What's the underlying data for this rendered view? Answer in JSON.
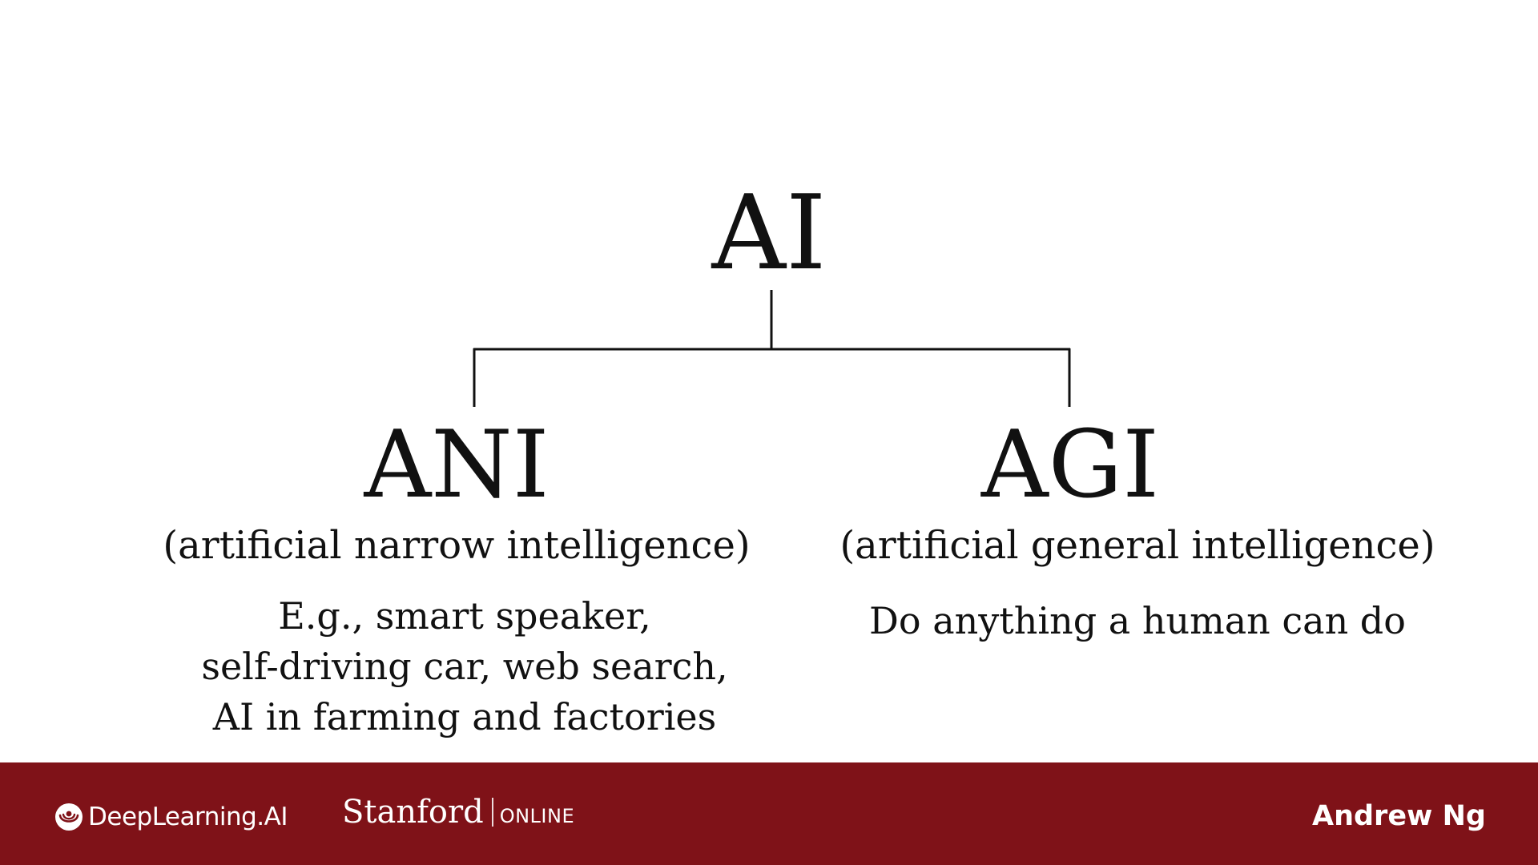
{
  "diagram": {
    "root": {
      "label": "AI"
    },
    "children": [
      {
        "label": "ANI",
        "subtitle": "(artificial narrow intelligence)",
        "description_lines": [
          "E.g., smart speaker,",
          "self-driving car, web search,",
          "AI in farming and factories"
        ]
      },
      {
        "label": "AGI",
        "subtitle": "(artificial general intelligence)",
        "description_lines": [
          "Do anything a human can do"
        ]
      }
    ],
    "line_color": "#111111"
  },
  "footer": {
    "background_color": "#7f1218",
    "deeplearning_logo_text": "DeepLearning.AI",
    "deeplearning_icon": "deeplearning-ai-swirl-icon",
    "stanford_text": "Stanford",
    "online_text": "ONLINE",
    "author": "Andrew Ng"
  }
}
